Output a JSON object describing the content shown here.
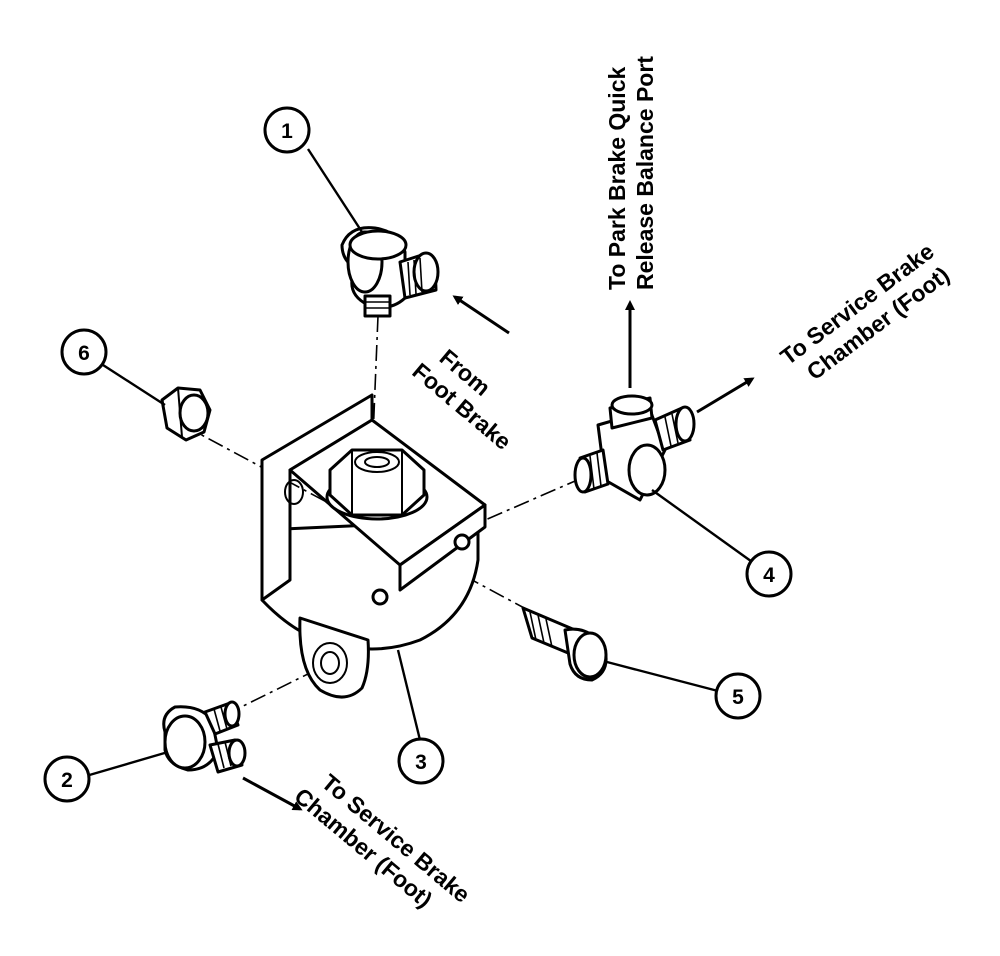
{
  "callouts": [
    "1",
    "2",
    "3",
    "4",
    "5",
    "6"
  ],
  "labels": {
    "from_foot_brake": [
      "From",
      "Foot Brake"
    ],
    "park_brake": [
      "To Park Brake Quick",
      "Release Balance Port"
    ],
    "service_chamber_right": [
      "To Service Brake",
      "Chamber (Foot)"
    ],
    "service_chamber_bottom": [
      "To Service Brake",
      "Chamber (Foot)"
    ]
  },
  "colors": {
    "line": "#000000",
    "background": "#ffffff"
  }
}
